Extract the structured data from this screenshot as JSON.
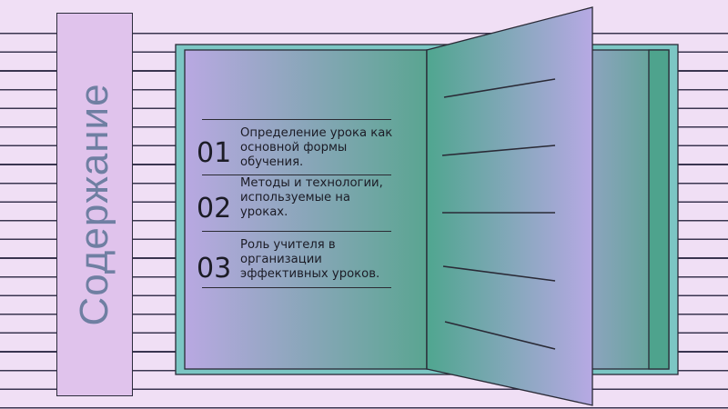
{
  "title": "Содержание",
  "items": [
    {
      "number": "01",
      "text": "Определение урока как основной формы обучения."
    },
    {
      "number": "02",
      "text": "Методы и технологии, используемые на уроках."
    },
    {
      "number": "03",
      "text": "Роль учителя в организации эффективных уроков."
    }
  ],
  "colors": {
    "background": "#f0dff5",
    "sidebar": "#e0c3ec",
    "title": "#6f7fa2",
    "book_purple": "#b9a8e2",
    "book_teal": "#5aa591"
  }
}
